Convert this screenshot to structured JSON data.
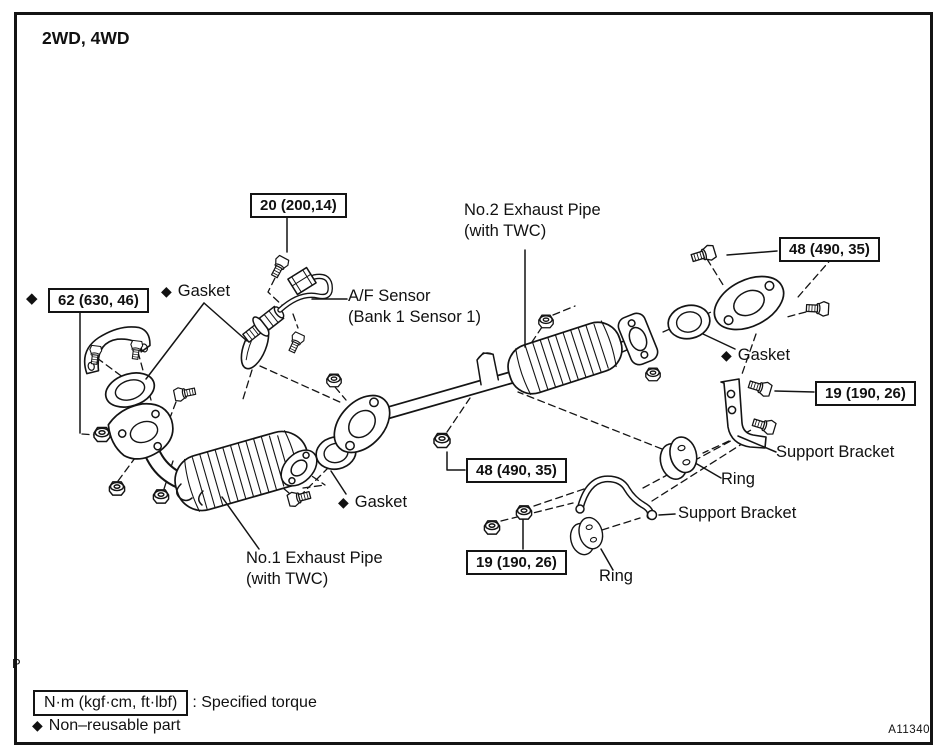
{
  "frame": {
    "title": "2WD, 4WD",
    "figure_code": "A11340",
    "margin_letter": "P"
  },
  "legend": {
    "torque_symbol": "N·m (kgf·cm, ft·lbf)",
    "torque_label": ": Specified torque",
    "diamond": "◆",
    "nonreusable_label": "Non–reusable part"
  },
  "callouts": {
    "af_sensor_bolt": {
      "value": "20 (200,14)"
    },
    "front_flange": {
      "value": "62 (630, 46)",
      "diamond": "◆"
    },
    "rear_flange": {
      "value": "48 (490, 35)"
    },
    "rear_bracket": {
      "value": "19 (190, 26)"
    },
    "center_flange": {
      "value": "48 (490, 35)"
    },
    "center_bracket": {
      "value": "19 (190, 26)"
    }
  },
  "labels": {
    "af_sensor": {
      "line1": "A/F Sensor",
      "line2": "(Bank 1 Sensor 1)"
    },
    "no2_pipe": {
      "line1": "No.2 Exhaust Pipe",
      "line2": "(with TWC)"
    },
    "no1_pipe": {
      "line1": "No.1 Exhaust Pipe",
      "line2": "(with TWC)"
    },
    "gasket_left": {
      "diamond": "◆",
      "text": "Gasket"
    },
    "gasket_center": {
      "diamond": "◆",
      "text": "Gasket"
    },
    "gasket_right": {
      "diamond": "◆",
      "text": "Gasket"
    },
    "support_bracket_upper": {
      "text": "Support Bracket"
    },
    "support_bracket_lower": {
      "text": "Support Bracket"
    },
    "ring_upper": {
      "text": "Ring"
    },
    "ring_lower": {
      "text": "Ring"
    }
  },
  "colors": {
    "ink": "#141414",
    "paper": "#ffffff"
  }
}
